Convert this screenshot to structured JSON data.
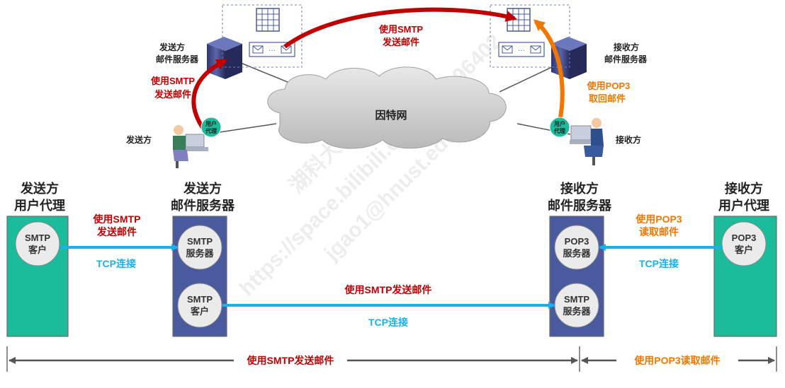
{
  "top": {
    "internet_label": "因特网",
    "sender_server_label": [
      "发送方",
      "邮件服务器"
    ],
    "receiver_server_label": [
      "接收方",
      "邮件服务器"
    ],
    "sender_label": "发送方",
    "receiver_label": "接收方",
    "user_agent_badge": [
      "用户",
      "代理"
    ],
    "send_smtp_left": [
      "使用SMTP",
      "发送邮件"
    ],
    "send_smtp_top": [
      "使用SMTP",
      "发送邮件"
    ],
    "retrieve_pop3": [
      "使用POP3",
      "取回邮件"
    ]
  },
  "bottom": {
    "sender_agent_title": [
      "发送方",
      "用户代理"
    ],
    "sender_server_title": [
      "发送方",
      "邮件服务器"
    ],
    "receiver_server_title": [
      "接收方",
      "邮件服务器"
    ],
    "receiver_agent_title": [
      "接收方",
      "用户代理"
    ],
    "smtp_client": [
      "SMTP",
      "客户"
    ],
    "smtp_server": [
      "SMTP",
      "服务器"
    ],
    "pop3_server": [
      "POP3",
      "服务器"
    ],
    "pop3_client": [
      "POP3",
      "客户"
    ],
    "send_smtp_label": [
      "使用SMTP",
      "发送邮件"
    ],
    "tcp_label": "TCP连接",
    "middle_send_label": "使用SMTP发送邮件",
    "read_pop3_label": [
      "使用POP3",
      "读取邮件"
    ],
    "span_smtp_label": "使用SMTP发送邮件",
    "span_pop3_label": "使用POP3读取邮件"
  },
  "watermark": [
    "湖科大教书匠",
    "https://space.bilibili.com/360996402",
    "jgao1@hnust.edu.cn"
  ],
  "colors": {
    "teal": "#1abc9c",
    "navy": "#4a5a9e",
    "blue_arrow": "#1ab0ea",
    "red": "#c00000",
    "orange": "#f07800",
    "gray_line": "#555555"
  }
}
